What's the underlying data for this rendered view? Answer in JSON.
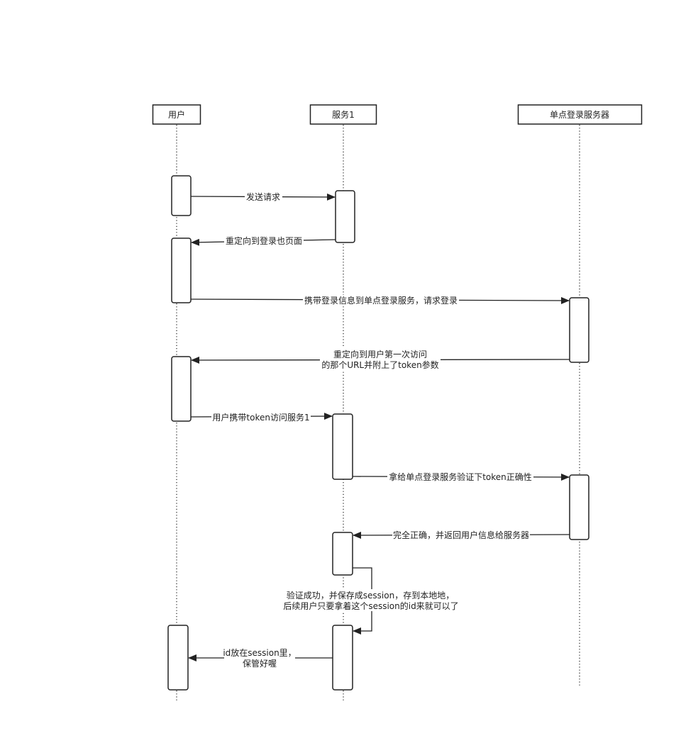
{
  "participants": {
    "user": "用户",
    "service1": "服务1",
    "sso": "单点登录服务器"
  },
  "messages": {
    "m1": [
      "发送请求"
    ],
    "m2": [
      "重定向到登录也页面"
    ],
    "m3": [
      "携带登录信息到单点登录服务，请求登录"
    ],
    "m4": [
      "重定向到用户第一次访问",
      "的那个URL并附上了token参数"
    ],
    "m5": [
      "用户携带token访问服务1"
    ],
    "m6": [
      "拿给单点登录服务验证下token正确性"
    ],
    "m7": [
      "完全正确，并返回用户信息给服务器"
    ],
    "m8": [
      "验证成功，并保存成session，存到本地地，",
      "后续用户只要拿着这个session的id来就可以了"
    ],
    "m9": [
      "id放在session里，",
      "保管好喔"
    ]
  }
}
